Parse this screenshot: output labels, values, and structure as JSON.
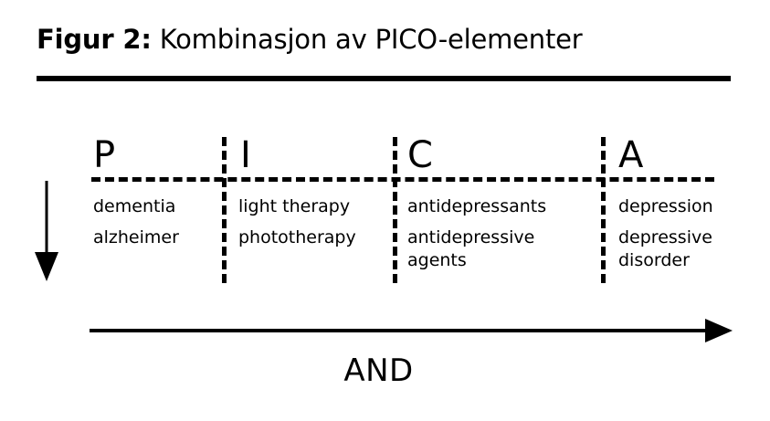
{
  "title": {
    "label": "Figur 2:",
    "caption": " Kombinasjon av PICO-elementer"
  },
  "diagram": {
    "type": "pico-combination",
    "operator_label": "AND",
    "down_arrow_icon": "arrow-down-icon",
    "across_arrow_icon": "arrow-right-icon",
    "columns": [
      {
        "key": "P",
        "header": "P",
        "terms": [
          "dementia",
          "alzheimer"
        ]
      },
      {
        "key": "I",
        "header": "I",
        "terms": [
          "light therapy",
          "phototherapy"
        ]
      },
      {
        "key": "C",
        "header": "C",
        "terms": [
          "antidepressants",
          "antidepressive\nagents"
        ]
      },
      {
        "key": "A",
        "header": "A",
        "terms": [
          "depression",
          "depressive\ndisorder"
        ]
      }
    ],
    "colors": {
      "ink": "#000000",
      "background": "#ffffff"
    }
  }
}
